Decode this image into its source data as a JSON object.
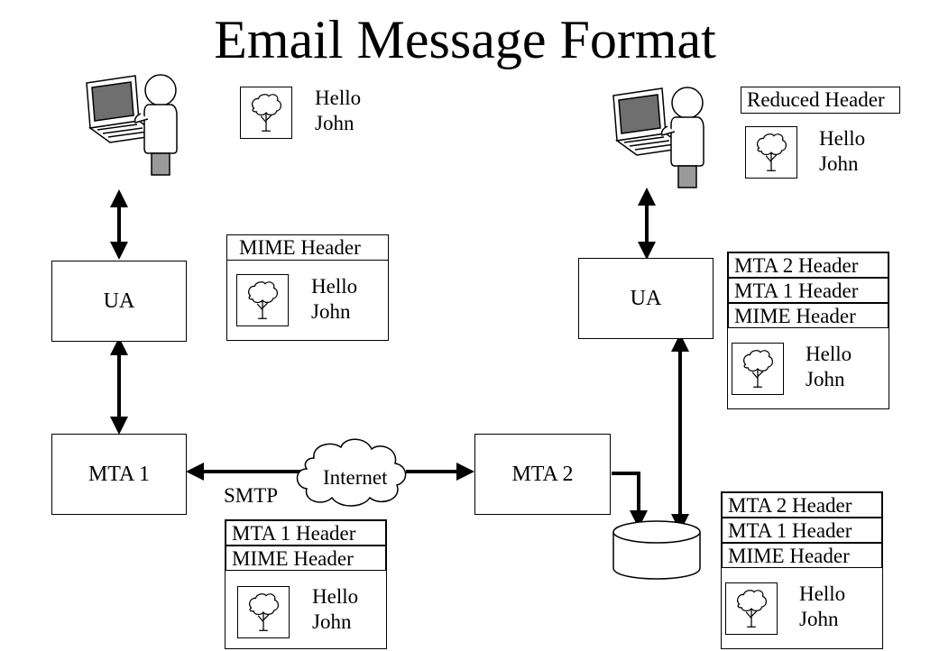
{
  "title": "Email Message Format",
  "nodes": {
    "ua_left": "UA",
    "ua_right": "UA",
    "mta1": "MTA 1",
    "mta2": "MTA 2",
    "internet": "Internet",
    "smtp": "SMTP"
  },
  "message": {
    "line1": "Hello",
    "line2": "John"
  },
  "headers": {
    "reduced": "Reduced Header",
    "mime": "MIME Header",
    "mta1": "MTA 1 Header",
    "mta2": "MTA 2 Header"
  }
}
